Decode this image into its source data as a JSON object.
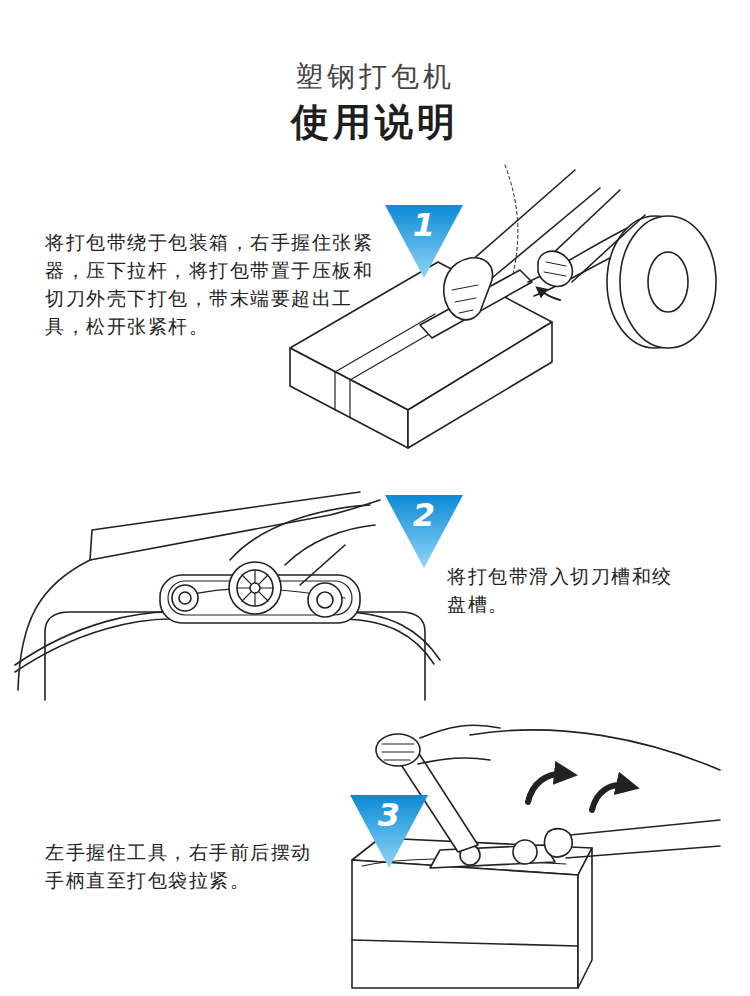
{
  "diagram": {
    "title": "使用说明",
    "nodes": [
      {
        "text": [
          "1"
        ]
      },
      {
        "text": [
          "2"
        ]
      },
      {
        "text": [
          "3"
        ]
      }
    ],
    "labels": [
      "塑钢打包机",
      "将打包带绕于包装箱，右手握住张紧器，压下拉杆，将打包带置于压板和切刀外壳下打包，带末端要超出工具，松开张紧杆。",
      "将打包带滑入切刀槽和绞盘槽。",
      "左手握住工具，右手前后摆动手柄直至打包袋拉紧。"
    ]
  }
}
